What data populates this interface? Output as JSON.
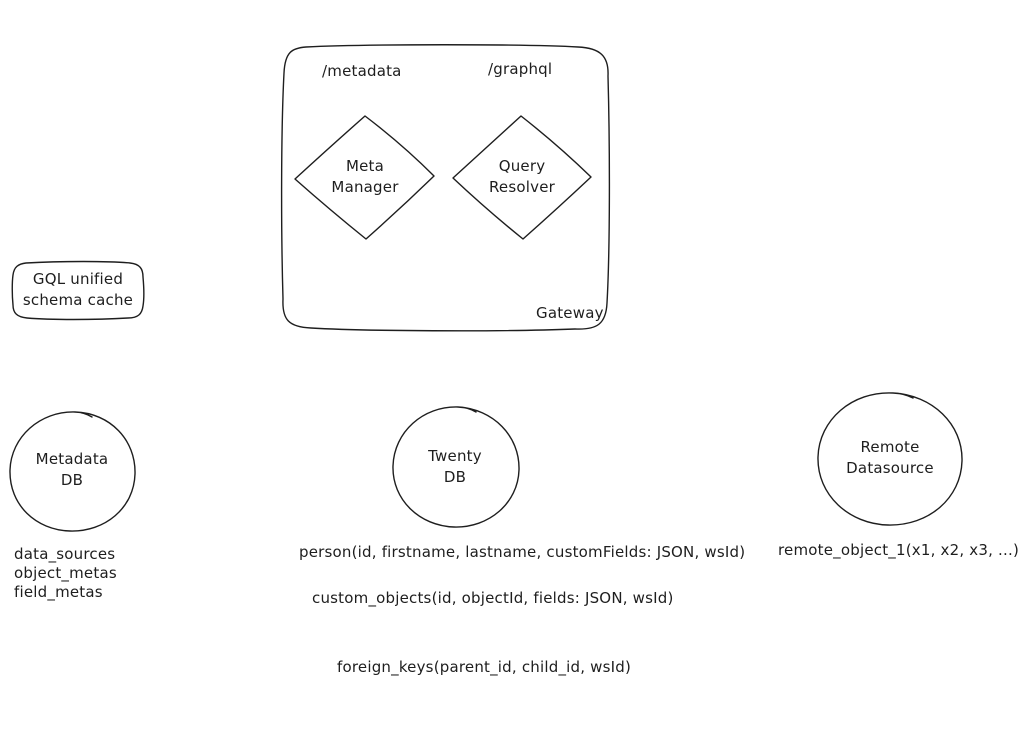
{
  "diagram": {
    "gateway": {
      "label": "Gateway",
      "endpoint_metadata": "/metadata",
      "endpoint_graphql": "/graphql",
      "meta_manager": "Meta\nManager",
      "query_resolver": "Query\nResolver"
    },
    "cache": {
      "label": "GQL unified\nschema cache"
    },
    "metadata_db": {
      "label": "Metadata\nDB",
      "tables": [
        "data_sources",
        "object_metas",
        "field_metas"
      ]
    },
    "twenty_db": {
      "label": "Twenty\nDB",
      "tables": [
        "person(id, firstname, lastname, customFields: JSON, wsId)",
        "custom_objects(id, objectId, fields: JSON, wsId)",
        "foreign_keys(parent_id, child_id, wsId)"
      ]
    },
    "remote_datasource": {
      "label": "Remote\nDatasource",
      "tables": [
        "remote_object_1(x1, x2, x3, ...)"
      ]
    },
    "colors": {
      "stroke": "#1e1e1e",
      "background": "#ffffff"
    }
  }
}
